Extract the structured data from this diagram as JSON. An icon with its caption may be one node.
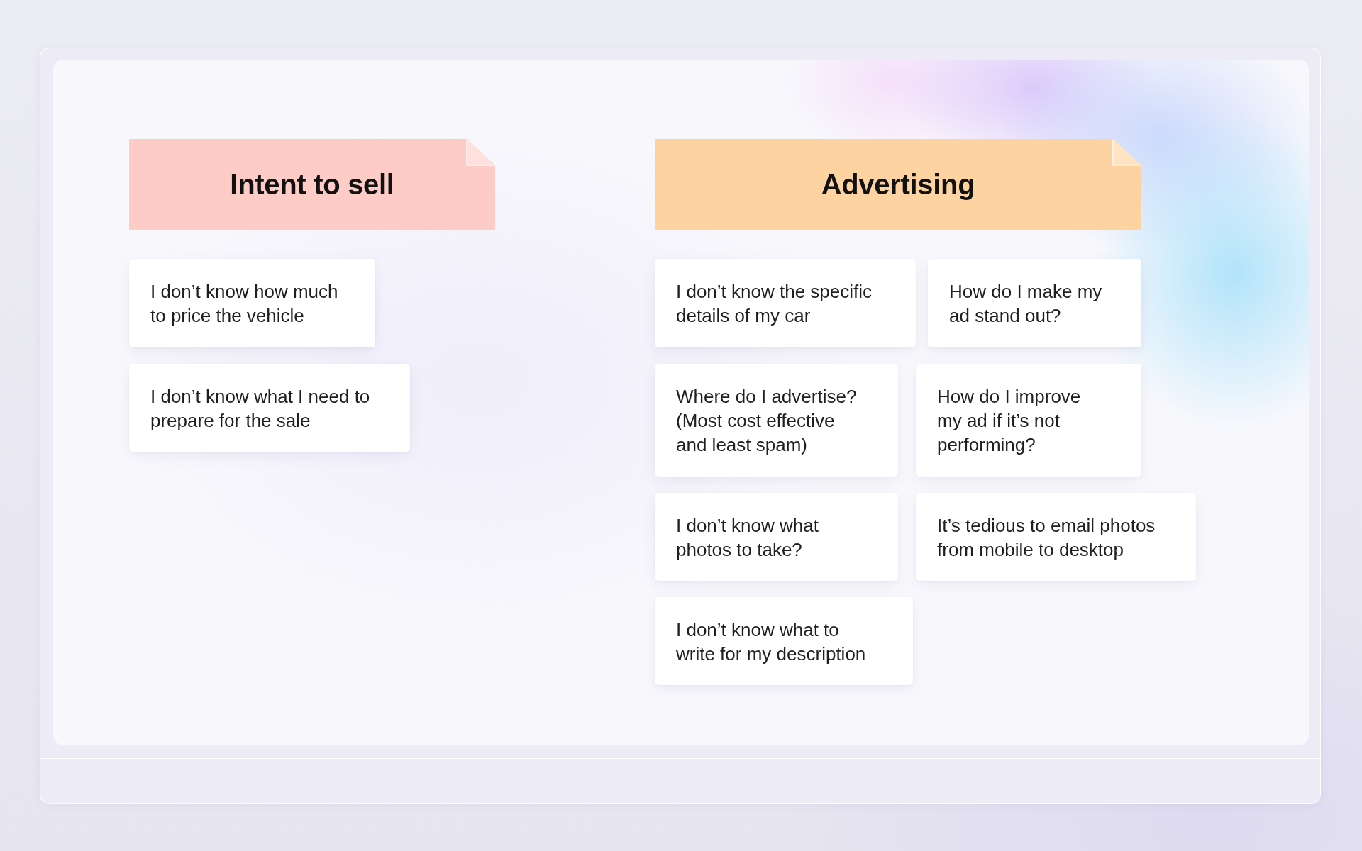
{
  "diagram": {
    "nodes": [
      {
        "text": [
          "Intent to sell"
        ]
      },
      {
        "text": [
          "I don’t know how much to price the vehicle"
        ]
      },
      {
        "text": [
          "I don’t know what I need to prepare for the sale"
        ]
      },
      {
        "text": [
          "Advertising"
        ]
      },
      {
        "text": [
          "I don’t know the specific details of my car"
        ]
      },
      {
        "text": [
          "How do I make my ad stand out?"
        ]
      },
      {
        "text": [
          "Where do I advertise? (Most cost effective and least spam)"
        ]
      },
      {
        "text": [
          "How do I improve my ad if it’s not performing?"
        ]
      },
      {
        "text": [
          "I don’t know what photos to take?"
        ]
      },
      {
        "text": [
          "It’s tedious to email photos from mobile to desktop"
        ]
      },
      {
        "text": [
          "I don’t know what to write for my description"
        ]
      }
    ]
  }
}
